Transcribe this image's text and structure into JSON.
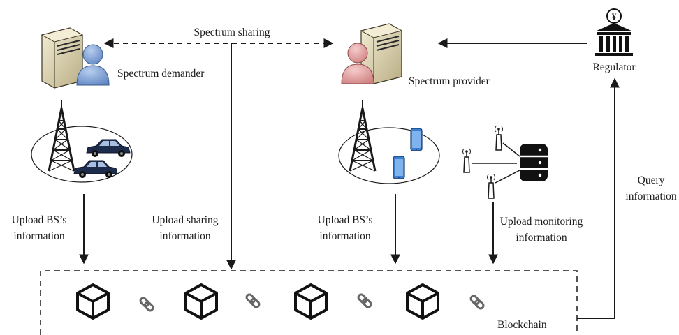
{
  "nodes": {
    "demander": {
      "label": "Spectrum demander",
      "icon": "server-user-icon",
      "user_color": "#7fa3d6"
    },
    "provider": {
      "label": "Spectrum provider",
      "icon": "server-user-icon",
      "user_color": "#e3a3a3"
    },
    "regulator": {
      "label": "Regulator",
      "icon": "bank-yen-icon"
    }
  },
  "edges": {
    "sharing": {
      "label": "Spectrum sharing"
    },
    "query": {
      "label_line1": "Query",
      "label_line2": "information"
    },
    "demander_upload": {
      "label_line1": "Upload BS’s",
      "label_line2": "information"
    },
    "sharing_upload": {
      "label_line1": "Upload sharing",
      "label_line2": "information"
    },
    "provider_upload": {
      "label_line1": "Upload BS’s",
      "label_line2": "information"
    },
    "monitor_upload": {
      "label_line1": "Upload monitoring",
      "label_line2": "information"
    }
  },
  "blockchain": {
    "label": "Blockchain",
    "block_count": 4,
    "block_icon": "cube-icon",
    "link_icon": "chain-link-icon"
  },
  "icons": {
    "tower": "radio-tower-icon",
    "car": "car-icon",
    "phone": "smartphone-icon",
    "sensor": "antenna-sensor-icon",
    "database": "database-icon"
  },
  "colors": {
    "line": "#1a1a1a",
    "server": "#d9cfa8",
    "phone": "#3c7fd1"
  }
}
